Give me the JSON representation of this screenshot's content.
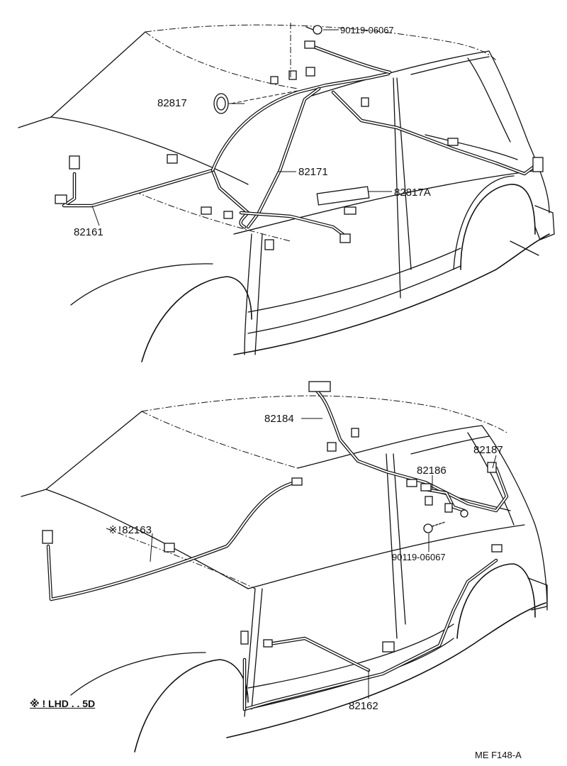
{
  "diagram": {
    "top": {
      "labels": {
        "clip_top": "90119-06067",
        "grommet": "82817",
        "door_wire": "82171",
        "protector": "82817A",
        "floor_wire": "82161"
      }
    },
    "bottom": {
      "labels": {
        "roof_wire": "82184",
        "back_door": "82187",
        "sub_wire": "82186",
        "lhd_wire": "※ ! 82163",
        "clip_bottom": "90119-06067",
        "side_wire": "82162"
      }
    },
    "note": "※ ! LHD . . 5D",
    "figure_code": "ME   F148-A"
  }
}
